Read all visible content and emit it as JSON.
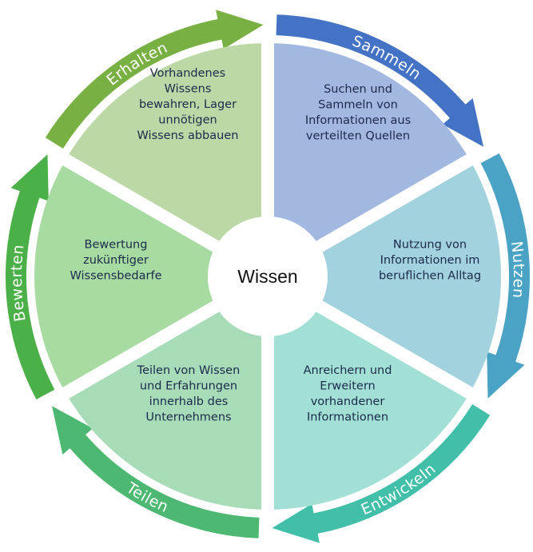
{
  "center": {
    "label": "Wissen"
  },
  "segments": [
    {
      "id": "sammeln",
      "arc_label": "Sammeln",
      "lines": [
        "Suchen und",
        "Sammeln von",
        "Informationen aus",
        "verteilten Quellen"
      ],
      "fill": "#a3b8e0",
      "arrow": "#4472c4"
    },
    {
      "id": "nutzen",
      "arc_label": "Nutzen",
      "lines": [
        "Nutzung von",
        "Informationen im",
        "beruflichen Alltag"
      ],
      "fill": "#a3d2df",
      "arrow": "#4aa3c4"
    },
    {
      "id": "entwickeln",
      "arc_label": "Entwickeln",
      "lines": [
        "Anreichern und",
        "Erweitern",
        "vorhandener",
        "Informationen"
      ],
      "fill": "#a2e0d6",
      "arrow": "#41bfa9"
    },
    {
      "id": "teilen",
      "arc_label": "Teilen",
      "lines": [
        "Teilen von Wissen",
        "und Erfahrungen",
        "innerhalb des",
        "Unternehmens"
      ],
      "fill": "#a8dcb9",
      "arrow": "#4cb872"
    },
    {
      "id": "bewerten",
      "arc_label": "Bewerten",
      "lines": [
        "Bewertung",
        "zukünftiger",
        "Wissensbedarfe"
      ],
      "fill": "#a7dba1",
      "arrow": "#4cb048"
    },
    {
      "id": "erhalten",
      "arc_label": "Erhalten",
      "lines": [
        "Vorhandenes",
        "Wissens",
        "bewahren, Lager",
        "unnötigen",
        "Wissens abbauen"
      ],
      "fill": "#bcd8a6",
      "arrow": "#79b043"
    }
  ]
}
